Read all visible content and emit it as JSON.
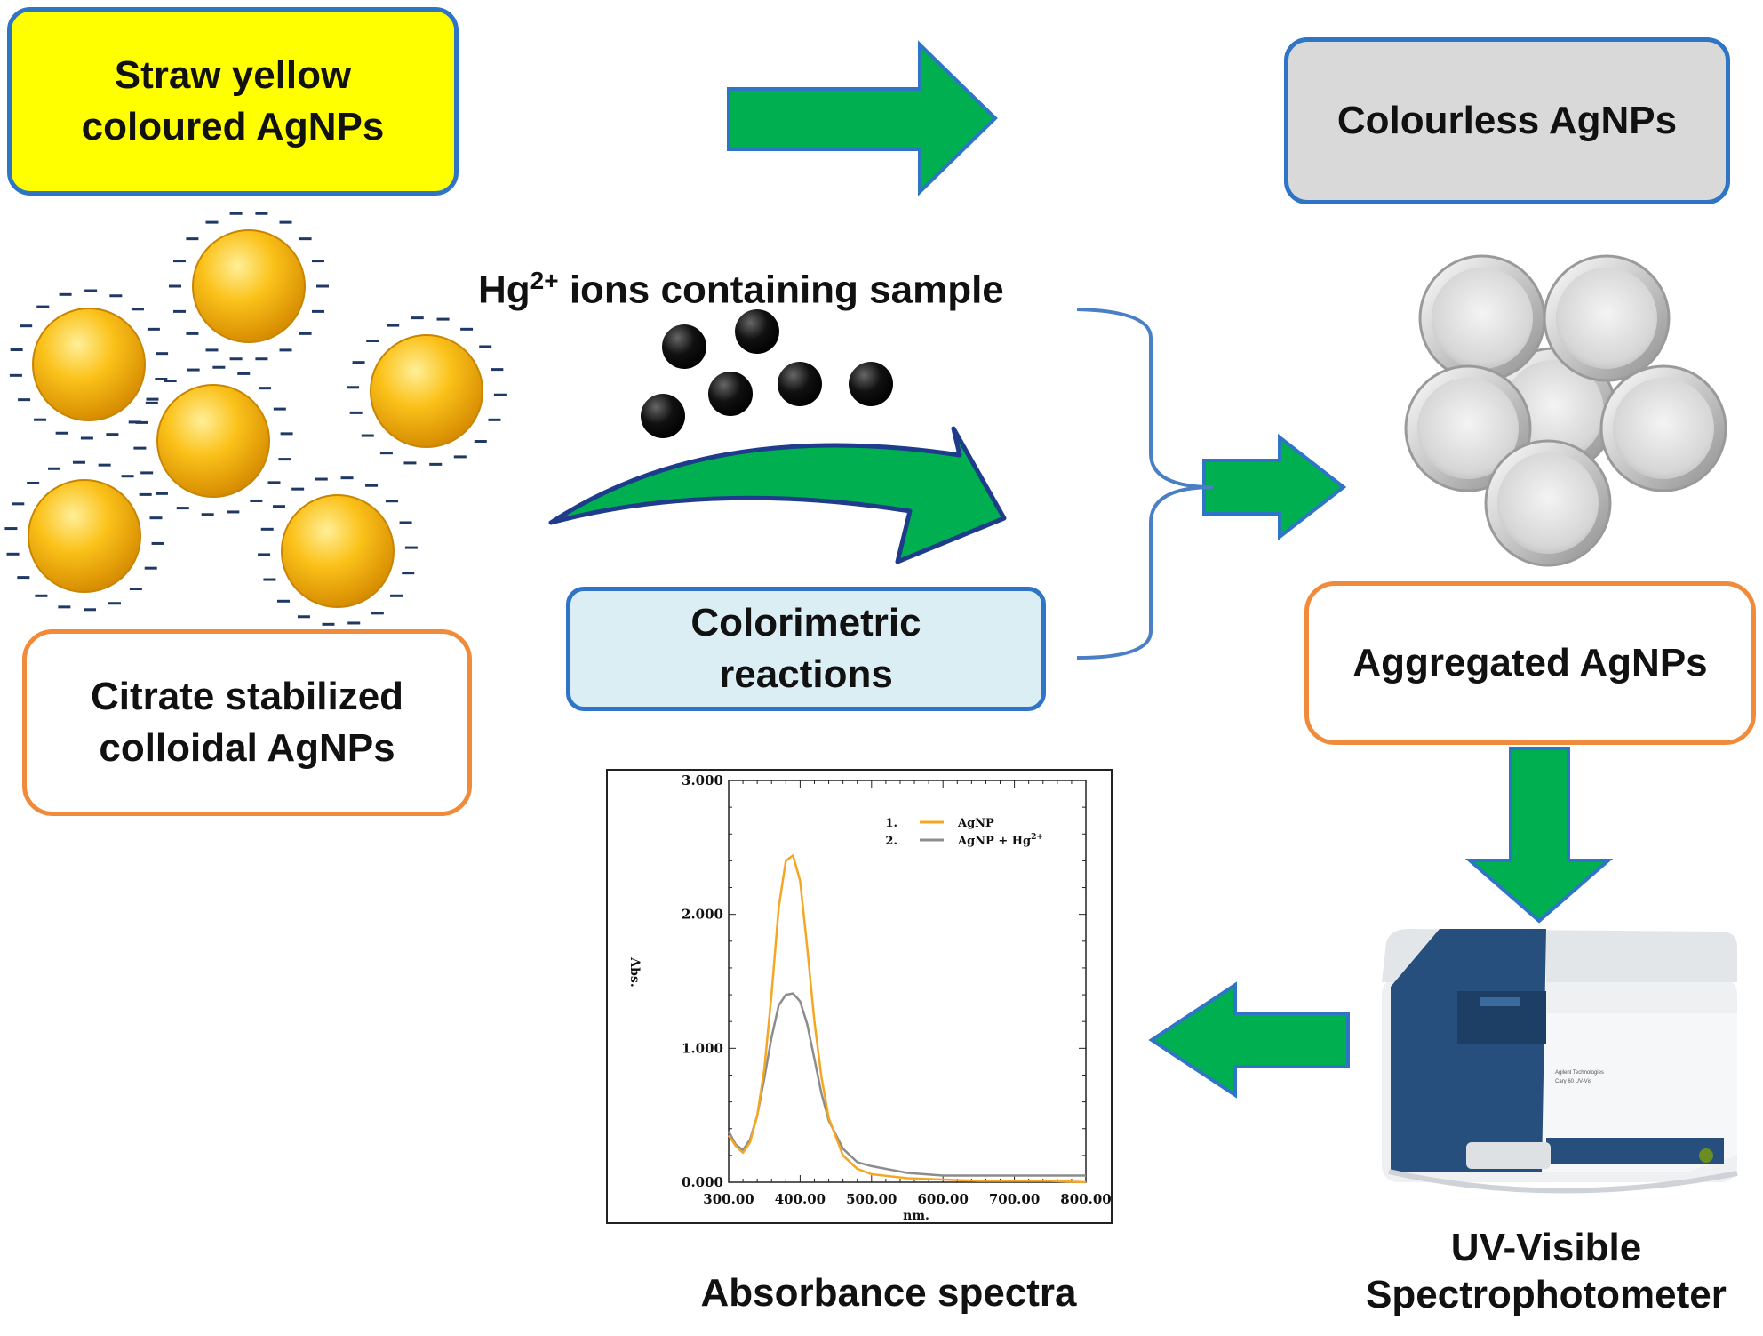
{
  "boxes": {
    "straw_yellow": {
      "line1": "Straw yellow",
      "line2": "coloured AgNPs",
      "bg": "#ffff00"
    },
    "colourless": {
      "text": "Colourless AgNPs",
      "bg": "#d9d9d9"
    },
    "citrate": {
      "line1": "Citrate stabilized",
      "line2": "colloidal AgNPs"
    },
    "colorimetric": {
      "line1": "Colorimetric",
      "line2": "reactions",
      "bg": "#dbeef4"
    },
    "aggregated": {
      "text": "Aggregated AgNPs"
    }
  },
  "hg_label": {
    "prefix": "Hg",
    "sup": "2+",
    "suffix": " ions containing sample"
  },
  "absorbance_label": "Absorbance spectra",
  "instrument_label": {
    "line1": "UV-Visible",
    "line2": "Spectrophotometer"
  },
  "instrument_badge": {
    "line1": "Agilent Technologies",
    "line2": "Cary 60 UV-Vis"
  },
  "colors": {
    "arrow_green": "#00b050",
    "arrow_outline": "#2e75c6",
    "nanoparticle": "#f5b400",
    "charge": "#1f3864",
    "agnp_line": "#f5a623",
    "hg_line": "#8c8c8c"
  },
  "chart_data": {
    "type": "line",
    "xlabel": "nm.",
    "ylabel": "Abs.",
    "xlim": [
      300,
      800
    ],
    "ylim": [
      0,
      3
    ],
    "x_ticks": [
      "300.00",
      "400.00",
      "500.00",
      "600.00",
      "700.00",
      "800.00"
    ],
    "y_ticks": [
      "0.000",
      "1.000",
      "2.000",
      "3.000"
    ],
    "legend": [
      {
        "num": "1.",
        "name": "AgNP",
        "sup": ""
      },
      {
        "num": "2.",
        "name": "AgNP + Hg",
        "sup": "2+"
      }
    ],
    "series": [
      {
        "name": "AgNP",
        "x": [
          300,
          310,
          320,
          330,
          340,
          350,
          360,
          370,
          380,
          390,
          400,
          410,
          420,
          430,
          440,
          460,
          480,
          500,
          550,
          600,
          650,
          700,
          750,
          800
        ],
        "y": [
          0.35,
          0.27,
          0.22,
          0.3,
          0.5,
          0.85,
          1.4,
          2.05,
          2.4,
          2.44,
          2.25,
          1.75,
          1.2,
          0.78,
          0.48,
          0.2,
          0.1,
          0.06,
          0.03,
          0.02,
          0.01,
          0.01,
          0.01,
          0.0
        ]
      },
      {
        "name": "AgNP + Hg2+",
        "x": [
          300,
          310,
          320,
          330,
          340,
          350,
          360,
          370,
          380,
          390,
          400,
          410,
          420,
          430,
          440,
          460,
          480,
          500,
          550,
          600,
          650,
          700,
          750,
          800
        ],
        "y": [
          0.38,
          0.28,
          0.24,
          0.32,
          0.5,
          0.78,
          1.08,
          1.32,
          1.4,
          1.41,
          1.35,
          1.18,
          0.92,
          0.66,
          0.46,
          0.25,
          0.15,
          0.12,
          0.07,
          0.05,
          0.05,
          0.05,
          0.05,
          0.05
        ]
      }
    ]
  }
}
